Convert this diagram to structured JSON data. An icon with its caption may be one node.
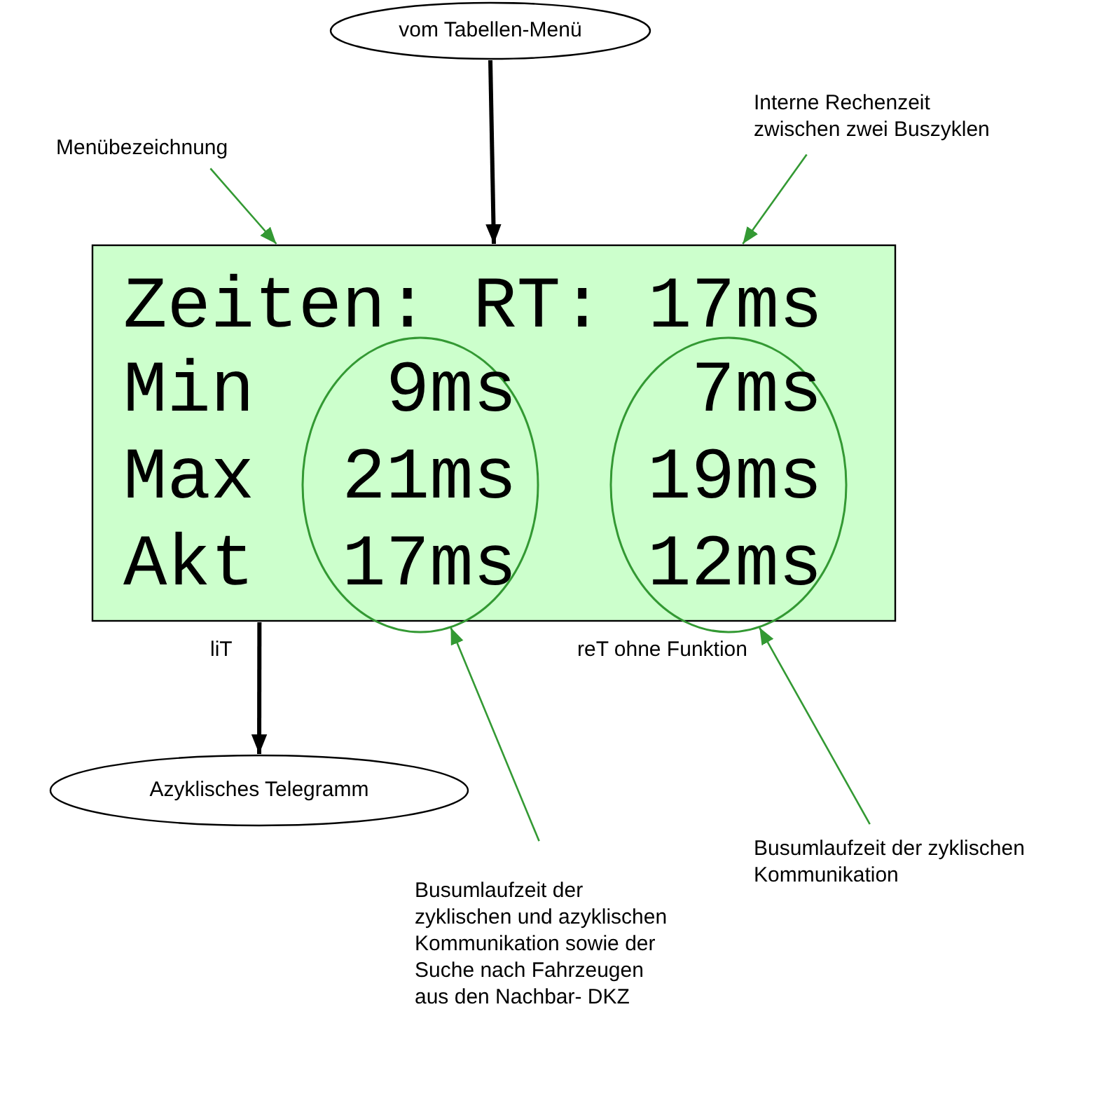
{
  "diagram": {
    "nodes": [
      {
        "text": [
          "vom Tabellen-Menü"
        ]
      },
      {
        "text": [
          "Zeiten: RT: 17ms",
          "Min",
          "Max",
          "Akt"
        ]
      },
      {
        "text": [
          "9ms",
          "21ms",
          "17ms"
        ],
        "in": 1
      },
      {
        "text": [
          "7ms",
          "19ms",
          "12ms"
        ],
        "in": 1
      },
      {
        "text": [
          "Azyklisches Telegramm"
        ]
      },
      {
        "text": [
          "Menübezeichnung"
        ]
      },
      {
        "text": [
          "Interne Rechenzeit zwischen zwei Buszyklen"
        ]
      },
      {
        "text": [
          "Busumlaufzeit der zyklischen und azyklischen Kommunikation sowie der Suche nach Fahrzeugen aus den Nachbar- DKZ"
        ]
      },
      {
        "text": [
          "Busumlaufzeit der zyklischen Kommunikation"
        ]
      }
    ],
    "edges": [
      {
        "from": 0,
        "to": 1,
        "arrow": "to",
        "style": "thick",
        "color": "#000000"
      },
      {
        "from": 1,
        "to": 4,
        "arrow": "to",
        "style": "thick",
        "color": "#000000"
      },
      {
        "from": 5,
        "to": 1,
        "arrow": "to"
      },
      {
        "from": 6,
        "to": 1,
        "arrow": "to"
      },
      {
        "from": 7,
        "to": 2,
        "arrow": "to"
      },
      {
        "from": 8,
        "to": 3,
        "arrow": "to"
      }
    ],
    "labels": [
      "liT",
      "reT ohne Funktion"
    ]
  }
}
